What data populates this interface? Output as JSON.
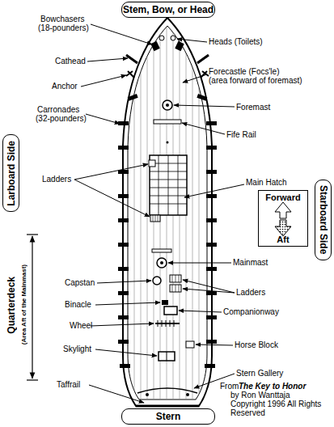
{
  "diagram": {
    "nodes": [
      {
        "text": [
          "Stem, Bow, or Head"
        ]
      },
      {
        "text": [
          "Larboard Side"
        ]
      },
      {
        "text": [
          "Starboard Side"
        ]
      },
      {
        "text": [
          "Forward",
          "Aft"
        ]
      },
      {
        "text": [
          "Stern"
        ]
      }
    ],
    "labels": [
      "Bowchasers",
      "(18-pounders)",
      "Heads (Toilets)",
      "Cathead",
      "Forecastle (Focs'le)",
      "(area forward of foremast)",
      "Anchor",
      "Foremast",
      "Carronades",
      "(32-pounders)",
      "Fife Rail",
      "Ladders",
      "Main Hatch",
      "Quarterdeck",
      "(Area Aft of the Mainmast)",
      "Mainmast",
      "Capstan",
      "Ladders",
      "Binacle",
      "Companionway",
      "Wheel",
      "Horse Block",
      "Skylight",
      "Stern Gallery",
      "Taffrail",
      "From",
      "The Key to Honor",
      "by Ron Wanttaja",
      "Copyright 1996 All Rights Reserved"
    ]
  }
}
